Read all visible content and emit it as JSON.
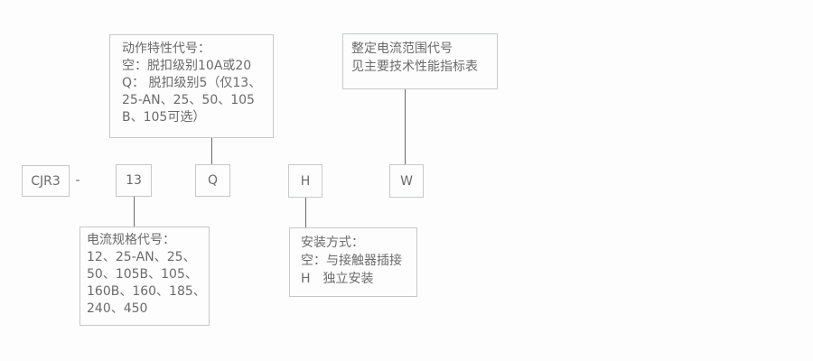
{
  "colors": {
    "background": "#fdfdfd",
    "border": "#c5c9c9",
    "line": "#6b6b6b",
    "text": "#6b6b6b"
  },
  "model_row": {
    "prefix": "CJR3",
    "separator": "-",
    "current_spec_code": "13",
    "action_code": "Q",
    "mounting_code": "H",
    "range_code": "W"
  },
  "callouts": {
    "action_characteristic": {
      "lines": [
        "动作特性代号：",
        "空：脱扣级别10A或20",
        "Q： 脱扣级别5（仅13、",
        "25-AN、25、50、105",
        "B、105可选）"
      ]
    },
    "current_setting_range": {
      "lines": [
        "整定电流范围代号",
        "见主要技术性能指标表"
      ]
    },
    "current_spec": {
      "lines": [
        "电流规格代号：",
        "12、25-AN、25、",
        "50、105B、105、",
        "160B、160、185、",
        "240、450"
      ]
    },
    "mounting": {
      "lines": [
        "安装方式：",
        "空：与接触器插接",
        "H　独立安装"
      ]
    }
  }
}
